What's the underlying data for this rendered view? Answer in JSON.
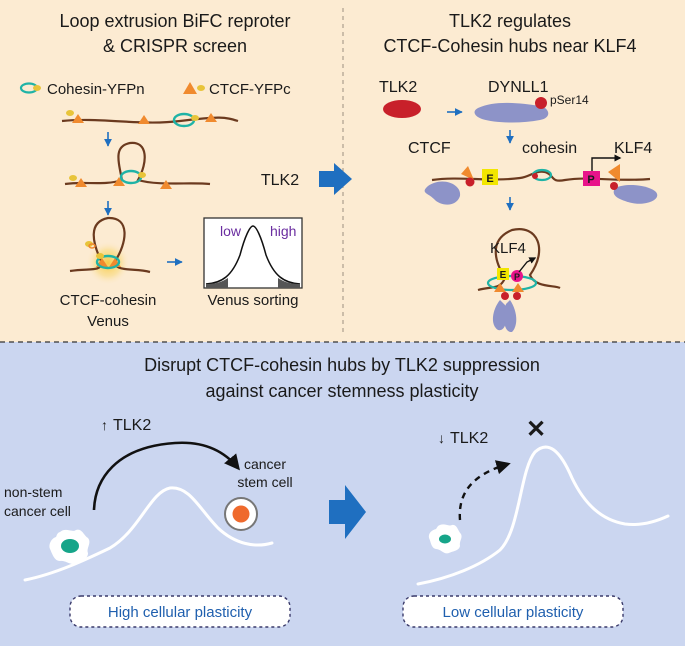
{
  "colors": {
    "top_bg": "#fcebd2",
    "bottom_bg": "#cbd6f0",
    "chromatin": "#6b3a1f",
    "ctcf": "#f08a2e",
    "cohesin": "#1fb3a6",
    "yfp": "#e8c43a",
    "tlk2": "#c8202a",
    "dynll1": "#8d93c8",
    "arrow_blue": "#1f6fc0",
    "enhancer": "#f2e600",
    "promoter": "#e8138a",
    "plasticity_text": "#1f5fae"
  },
  "panel_a": {
    "title_line1": "Loop extrusion BiFC reproter",
    "title_line2": "& CRISPR screen",
    "legend_cohesin": "Cohesin-YFPn",
    "legend_ctcf": "CTCF-YFPc",
    "venus_label_line1": "CTCF-cohesin",
    "venus_label_line2": "Venus",
    "histogram_low": "low",
    "histogram_high": "high",
    "histogram_label": "Venus sorting"
  },
  "middle_arrow_label": "TLK2",
  "panel_b": {
    "title_line1": "TLK2 regulates",
    "title_line2": "CTCF-Cohesin hubs near KLF4",
    "tlk2_label": "TLK2",
    "dynll1_label": "DYNLL1",
    "pser_label": "pSer14",
    "ctcf_label": "CTCF",
    "cohesin_label": "cohesin",
    "klf4_label": "KLF4",
    "enhancer_letter": "E",
    "promoter_letter": "P",
    "loop_klf4_label": "KLF4"
  },
  "panel_c": {
    "title_line1": "Disrupt CTCF-cohesin hubs by TLK2 suppression",
    "title_line2": "against cancer stemness plasticity",
    "up_arrow": "↑",
    "up_tlk2": "TLK2",
    "down_arrow": "↓",
    "down_tlk2": "TLK2",
    "nonstem_line1": "non-stem",
    "nonstem_line2": "cancer cell",
    "stem_line1": "cancer",
    "stem_line2": "stem cell",
    "blocked_mark": "✕",
    "high_plasticity": "High cellular plasticity",
    "low_plasticity": "Low cellular plasticity"
  }
}
